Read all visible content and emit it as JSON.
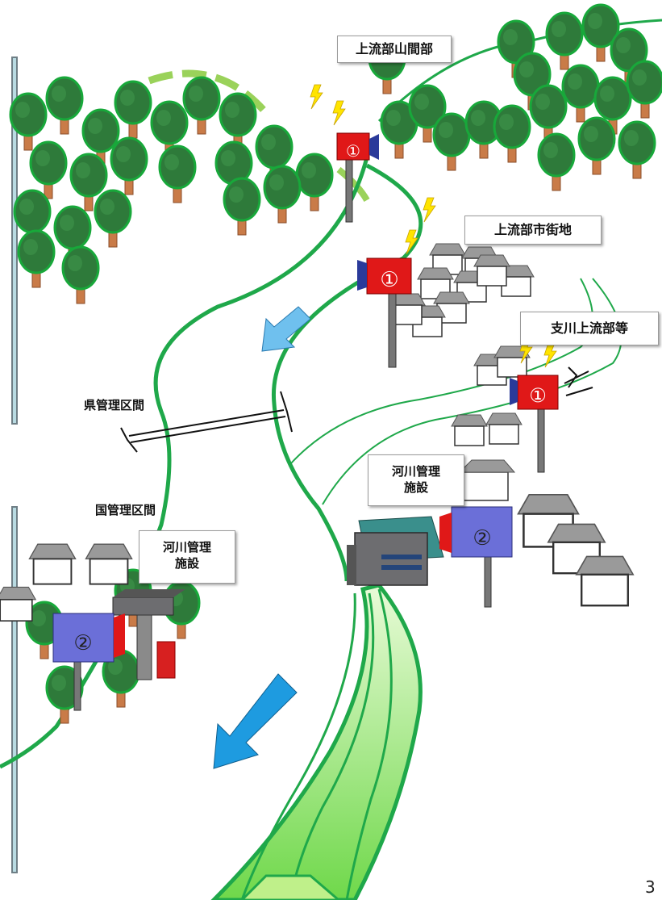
{
  "labels": {
    "upstream_mountain": "上流部山間部",
    "upstream_urban": "上流部市街地",
    "tributary_upstream": "支川上流部等",
    "prefecture_section": "県管理区間",
    "national_section": "国管理区間",
    "facility_right": "河川管理\n施設",
    "facility_left": "河川管理\n施設"
  },
  "markers": {
    "camera_type1": "①",
    "camera_type2": "②"
  },
  "page_number": "3",
  "colors": {
    "panel": "#b9dbe2",
    "river_line": "#1fa84a",
    "tree": "#2f7d3a",
    "camera_type1": "#e01818",
    "camera_type2": "#6b6fd8",
    "flow_arrow": "#1e9be0",
    "lightning": "#ffe400"
  },
  "icons": [
    "tree-icon",
    "house-icon",
    "camera-icon",
    "lightning-icon",
    "flow-arrow-icon",
    "double-arrow-icon",
    "building-icon"
  ]
}
